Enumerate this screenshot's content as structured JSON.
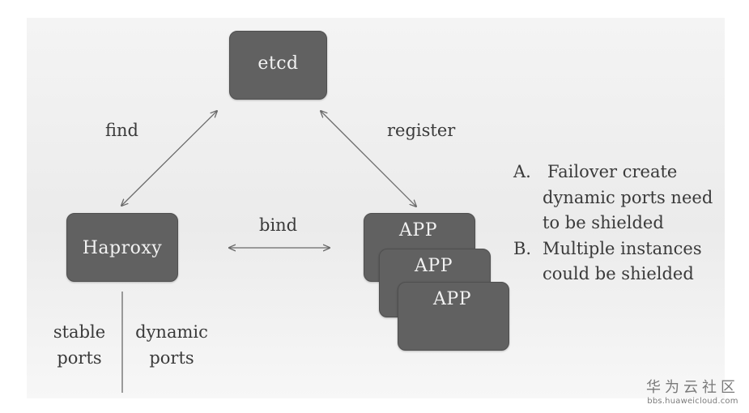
{
  "nodes": {
    "etcd": "etcd",
    "haproxy": "Haproxy",
    "apps": [
      "APP",
      "APP",
      "APP"
    ]
  },
  "edges": {
    "find": "find",
    "register": "register",
    "bind": "bind"
  },
  "ports": {
    "stable_line1": "stable",
    "stable_line2": "ports",
    "dynamic_line1": "dynamic",
    "dynamic_line2": "ports"
  },
  "notes": [
    {
      "marker": "A.",
      "lines": [
        "Failover create",
        "dynamic ports need",
        "to be shielded"
      ]
    },
    {
      "marker": "B.",
      "lines": [
        "Multiple instances",
        "could be shielded"
      ]
    }
  ],
  "watermark": {
    "title": "华为云社区",
    "url": "bbs.huaweicloud.com"
  },
  "colors": {
    "box_fill": "#616161",
    "box_text": "#f2f2f2",
    "text": "#3a3a3a",
    "arrow": "#6a6a6a"
  }
}
